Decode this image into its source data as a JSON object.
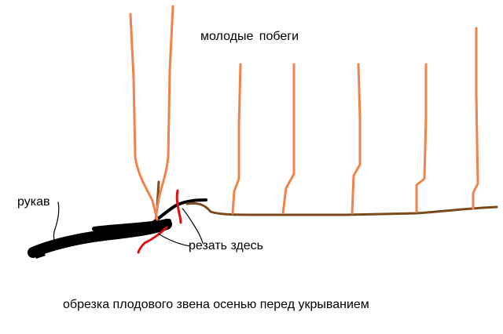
{
  "diagram": {
    "labels": {
      "young_shoots": "молодые  побеги",
      "arm": "рукав",
      "cut_here": "резать здесь",
      "caption": "обрезка плодового звена осенью перед укрыванием"
    },
    "colors": {
      "background": "#ffffff",
      "young_shoots": "#f0834a",
      "fruiting_cane": "#7a4a1c",
      "arm": "#000000",
      "cut_marks": "#e01010",
      "text": "#000000"
    }
  }
}
